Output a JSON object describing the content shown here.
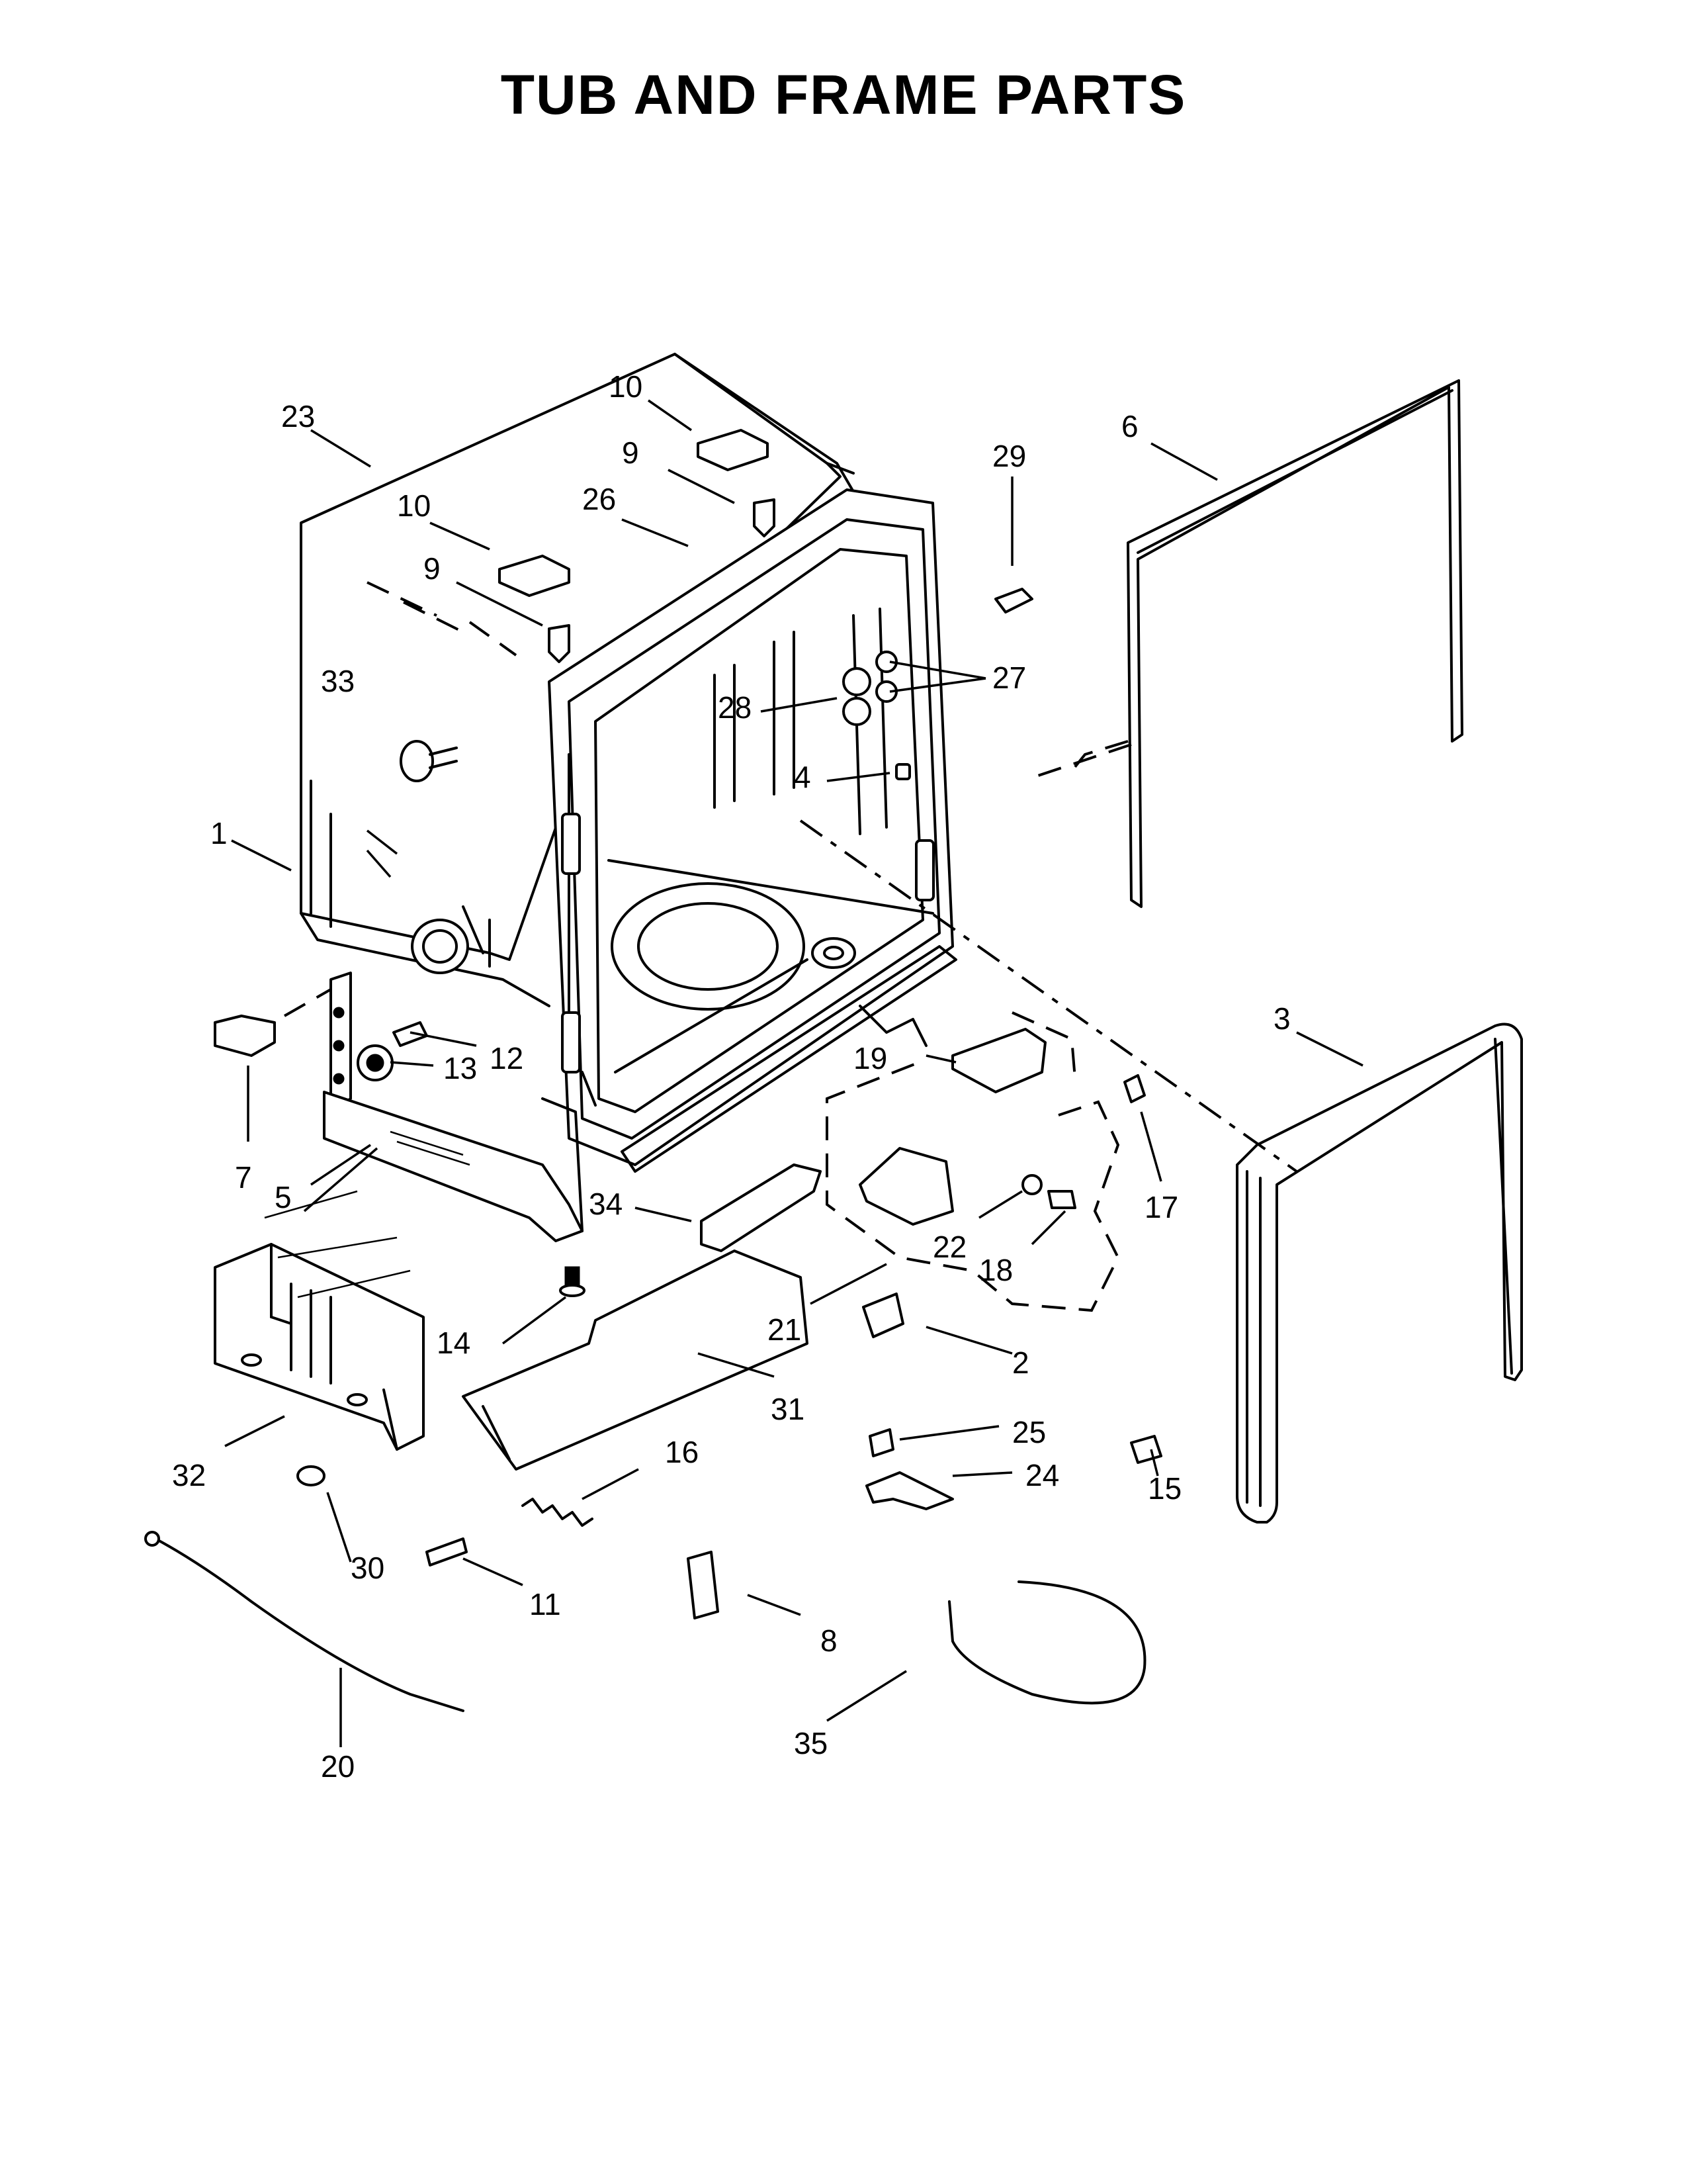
{
  "title": "TUB AND FRAME PARTS",
  "callouts": [
    {
      "id": "c1",
      "label": "1"
    },
    {
      "id": "c2",
      "label": "2"
    },
    {
      "id": "c3",
      "label": "3"
    },
    {
      "id": "c4",
      "label": "4"
    },
    {
      "id": "c5",
      "label": "5"
    },
    {
      "id": "c6",
      "label": "6"
    },
    {
      "id": "c7",
      "label": "7"
    },
    {
      "id": "c8",
      "label": "8"
    },
    {
      "id": "c9a",
      "label": "9"
    },
    {
      "id": "c9b",
      "label": "9"
    },
    {
      "id": "c10a",
      "label": "10"
    },
    {
      "id": "c10b",
      "label": "10"
    },
    {
      "id": "c11",
      "label": "11"
    },
    {
      "id": "c12",
      "label": "12"
    },
    {
      "id": "c13",
      "label": "13"
    },
    {
      "id": "c14",
      "label": "14"
    },
    {
      "id": "c15",
      "label": "15"
    },
    {
      "id": "c16",
      "label": "16"
    },
    {
      "id": "c17",
      "label": "17"
    },
    {
      "id": "c18",
      "label": "18"
    },
    {
      "id": "c19",
      "label": "19"
    },
    {
      "id": "c20",
      "label": "20"
    },
    {
      "id": "c21",
      "label": "21"
    },
    {
      "id": "c22",
      "label": "22"
    },
    {
      "id": "c23",
      "label": "23"
    },
    {
      "id": "c24",
      "label": "24"
    },
    {
      "id": "c25",
      "label": "25"
    },
    {
      "id": "c26",
      "label": "26"
    },
    {
      "id": "c27",
      "label": "27"
    },
    {
      "id": "c28",
      "label": "28"
    },
    {
      "id": "c29",
      "label": "29"
    },
    {
      "id": "c30",
      "label": "30"
    },
    {
      "id": "c31",
      "label": "31"
    },
    {
      "id": "c32",
      "label": "32"
    },
    {
      "id": "c33",
      "label": "33"
    },
    {
      "id": "c34",
      "label": "34"
    },
    {
      "id": "c35",
      "label": "35"
    }
  ]
}
